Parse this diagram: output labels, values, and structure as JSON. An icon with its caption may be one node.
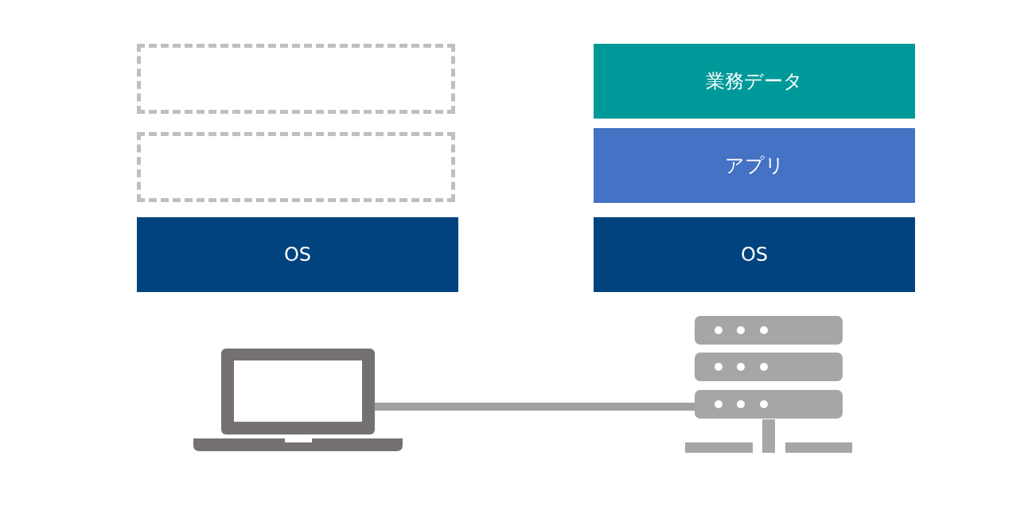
{
  "diagram": {
    "nodes": [
      {
        "text": [],
        "shape": "box"
      },
      {
        "text": [
          "業務データ"
        ]
      },
      {
        "text": [],
        "shape": "box"
      },
      {
        "text": [
          "アプリ"
        ]
      },
      {
        "text": [
          "OS"
        ]
      },
      {
        "text": [
          "OS"
        ]
      },
      {
        "text": [],
        "shape": "picture"
      },
      {
        "text": [],
        "shape": "picture"
      }
    ],
    "edges": [
      {
        "from": 6,
        "to": 7,
        "arrow": "none"
      }
    ]
  }
}
